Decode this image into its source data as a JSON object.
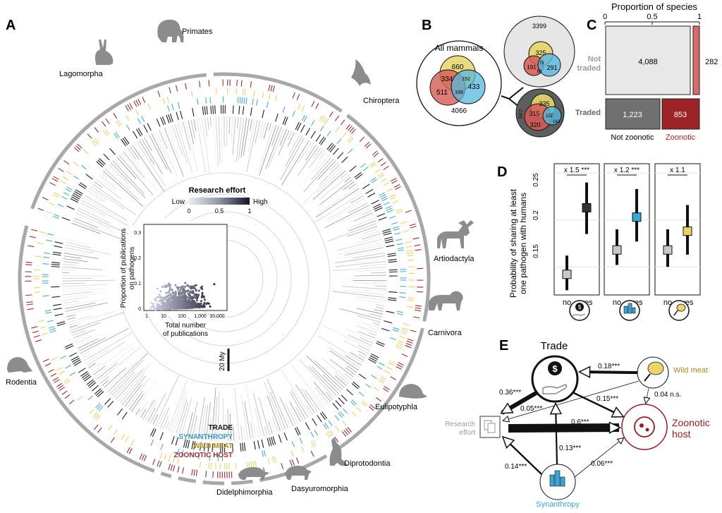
{
  "panelA": {
    "letter": "A",
    "clades": [
      "Primates",
      "Lagomorpha",
      "Chiroptera",
      "Artiodactyla",
      "Carnivora",
      "Eulipotyphla",
      "Diprotodontia",
      "Dasyuromorphia",
      "Didelphimorphia",
      "Rodentia"
    ],
    "research_effort": {
      "title": "Research effort",
      "low": "Low",
      "high": "High",
      "ticks": [
        "0",
        "0.5",
        "1"
      ]
    },
    "inset": {
      "ylabel_line1": "Proportion of publications",
      "ylabel_line2": "on pathogens",
      "xlabel_line1": "Total number",
      "xlabel_line2": "of publications",
      "yticks": [
        "0",
        "0.1",
        "0.2",
        "0.3"
      ],
      "xticks": [
        "1",
        "10",
        "100",
        "1,000",
        "10,000"
      ]
    },
    "scale_bar": "20 My",
    "ring_legend": {
      "trade": "TRADE",
      "synanthropy": "SYNANTHROPY",
      "wildmeat": "WILD MEAT",
      "zoonotic": "ZOONOTIC HOST"
    },
    "colors": {
      "trade": "#1c1c1c",
      "synanthropy": "#4aabd0",
      "wildmeat": "#e7d36e",
      "zoonotic": "#9e2a2f",
      "clade_arc": "#a8a8a8"
    }
  },
  "panelB": {
    "letter": "B",
    "all_title": "All mammals",
    "all": {
      "yellow": "660",
      "red_yellow": "334",
      "center": "152",
      "red": "511",
      "red_blue": "168",
      "blue": "433",
      "outside": "4066"
    },
    "top": {
      "outside": "3399",
      "yellow": "325",
      "red_yellow": "191",
      "center": "73",
      "blue": "291",
      "red": "89"
    },
    "bottom": {
      "outside": "667",
      "yellow": "335",
      "red": "315",
      "red2": "320",
      "center": "152",
      "blue": "142"
    }
  },
  "panelC": {
    "letter": "C",
    "axis_title": "Proportion of species",
    "ticks": [
      "0",
      "0.5",
      "1"
    ],
    "row_not_traded": "Not traded",
    "row_traded": "Traded",
    "col_not_zoonotic": "Not zoonotic",
    "col_zoonotic": "Zoonotic",
    "chart_data": {
      "type": "table",
      "rows": [
        "Not traded",
        "Traded"
      ],
      "columns": [
        "Not zoonotic",
        "Zoonotic"
      ],
      "values": [
        [
          "4,088",
          "282"
        ],
        [
          "1,223",
          "853"
        ]
      ]
    }
  },
  "panelD": {
    "letter": "D",
    "ylabel_line1": "Probability of sharing at least",
    "ylabel_line2": "one pathogen with humans",
    "yticks": [
      "0.15",
      "0.2",
      "0.25"
    ],
    "chart_data": {
      "type": "scatter",
      "ylim": [
        0.12,
        0.26
      ],
      "yticks": [
        0.15,
        0.2,
        0.25
      ],
      "categories": [
        "no",
        "yes"
      ],
      "panels": [
        {
          "icon": "money-hand-icon",
          "factor": "x 1.5",
          "stars": "***",
          "no": {
            "mean": 0.142,
            "lo": 0.125,
            "hi": 0.162
          },
          "yes": {
            "mean": 0.213,
            "lo": 0.185,
            "hi": 0.24
          },
          "yes_color": "#333333"
        },
        {
          "icon": "city-icon",
          "factor": "x 1.2",
          "stars": "***",
          "no": {
            "mean": 0.168,
            "lo": 0.152,
            "hi": 0.19
          },
          "yes": {
            "mean": 0.203,
            "lo": 0.177,
            "hi": 0.233
          },
          "yes_color": "#3aa6d8"
        },
        {
          "icon": "drumstick-icon",
          "factor": "x 1.1",
          "stars": "",
          "no": {
            "mean": 0.168,
            "lo": 0.15,
            "hi": 0.19
          },
          "yes": {
            "mean": 0.188,
            "lo": 0.163,
            "hi": 0.216
          },
          "yes_color": "#ecd46c"
        }
      ]
    }
  },
  "panelE": {
    "letter": "E",
    "nodes": {
      "trade": "Trade",
      "wildmeat": "Wild meat",
      "research_line1": "Research",
      "research_line2": "effort",
      "zoonotic_line1": "Zoonotic",
      "zoonotic_line2": "host",
      "synanthropy": "Synanthropy"
    },
    "edges": {
      "wm_trade": "0.18***",
      "trade_research": "0.36***",
      "wm_research": "0.05***",
      "trade_zoonotic": "0.15***",
      "wm_zoonotic": "0.04 n.s.",
      "research_zoonotic": "0.6***",
      "syn_trade": "0.13***",
      "syn_research": "0.14***",
      "syn_zoonotic": "0.06***"
    },
    "colors": {
      "wildmeat": "#b28a22",
      "zoonotic": "#8e2025",
      "synanthropy": "#3aa6d8",
      "research": "#9a9a9a"
    }
  }
}
